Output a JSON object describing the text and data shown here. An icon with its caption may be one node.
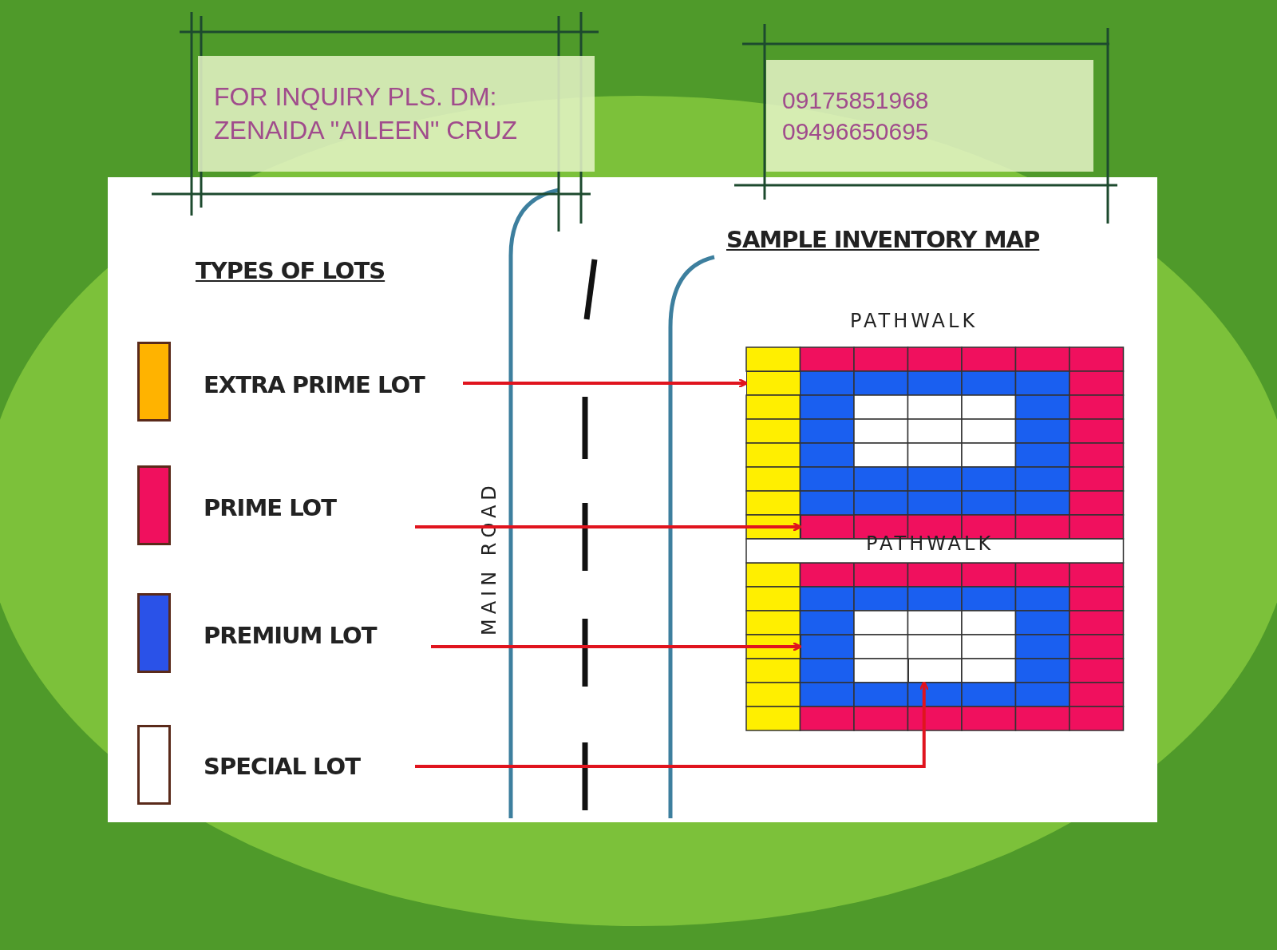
{
  "diagram": {
    "nodes": [
      {
        "text": [
          "FOR INQUIRY PLS. DM: ZENAIDA \"AILEEN\" CRUZ"
        ]
      },
      {
        "text": [
          "09175851968",
          "09496650695"
        ]
      },
      {
        "text": [],
        "shape": "box"
      },
      {
        "text": [
          "EXTRA PRIME LOT"
        ]
      },
      {
        "text": [],
        "shape": "box"
      },
      {
        "text": [
          "PRIME LOT"
        ]
      },
      {
        "text": [],
        "shape": "box"
      },
      {
        "text": [
          "PREMIUM LOT"
        ]
      },
      {
        "text": [],
        "shape": "box"
      },
      {
        "text": [
          "SPECIAL LOT"
        ]
      },
      {
        "text": [],
        "shape": "box"
      },
      {
        "text": [],
        "shape": "box"
      },
      {
        "text": [],
        "shape": "box"
      },
      {
        "text": [],
        "shape": "box"
      }
    ],
    "edges": [
      {
        "from": 3,
        "to": 10,
        "arrow": "to"
      },
      {
        "from": 5,
        "to": 11,
        "arrow": "to"
      },
      {
        "from": 7,
        "to": 12,
        "arrow": "to"
      },
      {
        "from": 9,
        "to": 13,
        "arrow": "to"
      }
    ],
    "labels": [
      "SAMPLE INVENTORY MAP",
      "TYPES OF LOTS",
      "PATHWALK",
      "PATHWALK",
      "MAIN ROAD"
    ]
  }
}
